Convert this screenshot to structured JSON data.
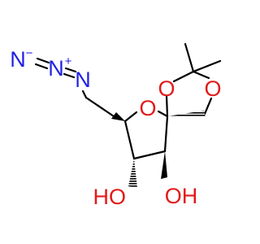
{
  "colors": {
    "bond": "#000000",
    "nitrogen": "#1f1fe6",
    "oxygen": "#e31a1a"
  },
  "atoms": {
    "n1": {
      "symbol": "N",
      "charge": "−"
    },
    "n2": {
      "symbol": "N",
      "charge": "+"
    },
    "n3": {
      "symbol": "N"
    },
    "o_ring": {
      "symbol": "O"
    },
    "o_dioxolane_left": {
      "symbol": "O"
    },
    "o_dioxolane_right": {
      "symbol": "O"
    },
    "hydroxyl_left": {
      "symbol": "HO"
    },
    "hydroxyl_right": {
      "symbol": "OH"
    }
  }
}
